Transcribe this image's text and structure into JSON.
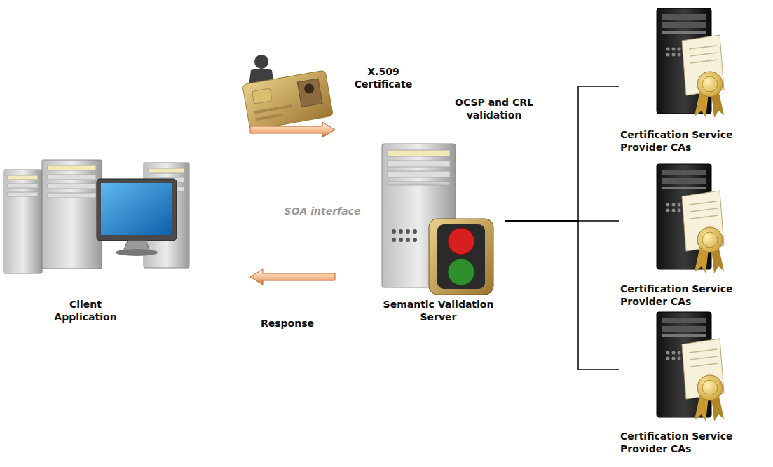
{
  "diagram": {
    "nodes": [
      {
        "text": [
          "Client Application"
        ]
      },
      {
        "text": [
          "Semantic Validation Server"
        ]
      },
      {
        "text": [
          "Certification Service Provider CAs"
        ]
      },
      {
        "text": [
          "Certification Service Provider CAs"
        ]
      },
      {
        "text": [
          "Certification Service Provider CAs"
        ]
      }
    ],
    "edges": [
      {
        "from": 0,
        "to": 1,
        "arrow": "to",
        "label": "X.509 Certificate"
      },
      {
        "from": 1,
        "to": 0,
        "arrow": "to",
        "label": "Response"
      },
      {
        "from": 1,
        "to": 2,
        "arrow": "none"
      },
      {
        "from": 1,
        "to": 3,
        "arrow": "none"
      },
      {
        "from": 1,
        "to": 4,
        "arrow": "none"
      }
    ],
    "labels": [
      "OCSP and CRL validation",
      "SOA interface"
    ]
  }
}
